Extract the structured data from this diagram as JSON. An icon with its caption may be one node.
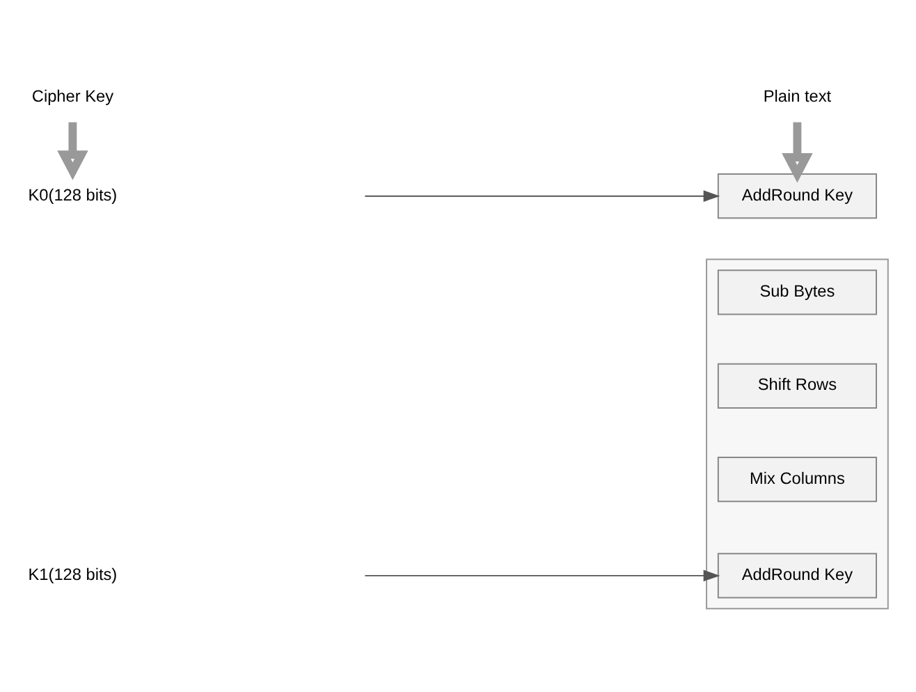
{
  "diagram": {
    "nodes": [
      {
        "text": [
          "Cipher Key"
        ]
      },
      {
        "text": [
          "K0(128 bits)"
        ]
      },
      {
        "text": [
          "Plain text"
        ]
      },
      {
        "text": [
          "AddRound Key"
        ]
      },
      {
        "text": [],
        "shape": "box"
      },
      {
        "text": [
          "Sub Bytes"
        ],
        "in": 4
      },
      {
        "text": [
          "Shift Rows"
        ],
        "in": 4
      },
      {
        "text": [
          "Mix Columns"
        ],
        "in": 4
      },
      {
        "text": [
          "AddRound Key"
        ],
        "in": 4
      },
      {
        "text": [
          "K1(128 bits)"
        ]
      }
    ],
    "edges": [
      {
        "from": 0,
        "to": 1,
        "arrow": "to",
        "style": "thick"
      },
      {
        "from": 2,
        "to": 3,
        "arrow": "to",
        "style": "thick"
      },
      {
        "from": null,
        "to": 3,
        "arrow": "to"
      },
      {
        "from": null,
        "to": 8,
        "arrow": "to"
      }
    ]
  }
}
